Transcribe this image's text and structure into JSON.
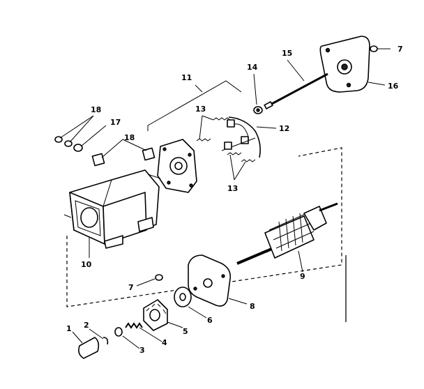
{
  "diagram": {
    "callouts": {
      "c1": "1",
      "c2": "2",
      "c3": "3",
      "c4": "4",
      "c5": "5",
      "c6": "6",
      "c7a": "7",
      "c7b": "7",
      "c8": "8",
      "c9": "9",
      "c10": "10",
      "c11": "11",
      "c12": "12",
      "c13a": "13",
      "c13b": "13",
      "c14": "14",
      "c15": "15",
      "c16": "16",
      "c17": "17",
      "c18a": "18",
      "c18b": "18"
    }
  }
}
